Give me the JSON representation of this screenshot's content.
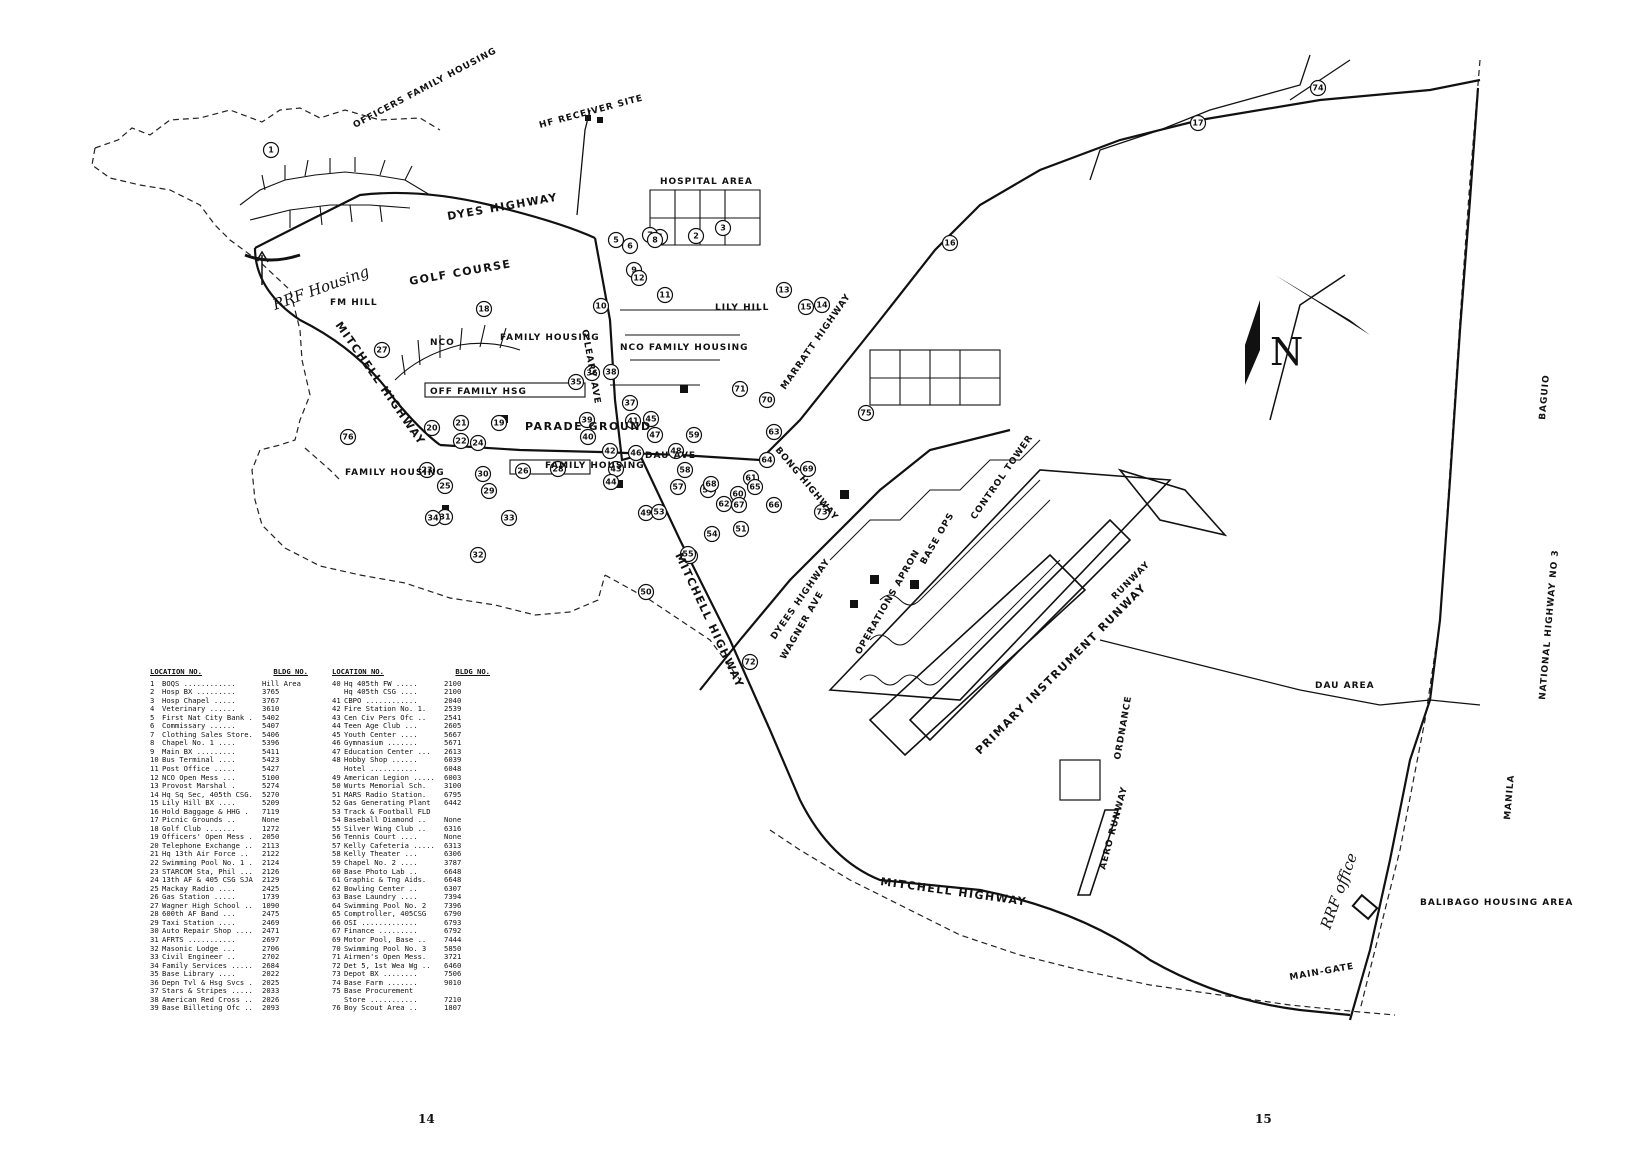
{
  "pages": {
    "left": "14",
    "right": "15"
  },
  "labels": {
    "officers_family_housing": "OFFICERS FAMILY HOUSING",
    "hf_receiver_site": "HF RECEIVER SITE",
    "dyes_highway": "DYES HIGHWAY",
    "hospital_area": "HOSPITAL AREA",
    "fm_hill": "FM HILL",
    "golf_course": "GOLF COURSE",
    "mitchell_highway": "MITCHELL HIGHWAY",
    "nco": "NCO",
    "family_housing": "FAMILY HOUSING",
    "off_family_hsg": "OFF FAMILY HSG",
    "parade_ground": "PARADE GROUND",
    "oleary_ave": "O'LEARY AVE",
    "lily_hill": "LILY HILL",
    "nco_family_housing": "NCO FAMILY HOUSING",
    "marratt_highway": "MARRATT HIGHWAY",
    "dau_ave": "DAU AVE",
    "bong_highway": "BONG HIGHWAY",
    "control_tower": "CONTROL TOWER",
    "base_ops": "BASE OPS",
    "dyees_highway": "DYEES HIGHWAY",
    "wagner_ave": "WAGNER AVE",
    "operations_apron": "OPERATIONS APRON",
    "primary_instrument_runway": "PRIMARY INSTRUMENT RUNWAY",
    "runway": "RUNWAY",
    "ordnance": "ORDNANCE",
    "aero_runway": "AERO RUNWAY",
    "dau_area": "DAU AREA",
    "balibago_housing_area": "BALIBAGO HOUSING AREA",
    "main_gate": "MAIN-GATE",
    "national_highway": "NATIONAL HIGHWAY NO 3",
    "baguio": "BAGUIO",
    "manila": "MANILA",
    "rrf_housing": "RRF Housing",
    "rrf_office": "RRF office",
    "north": "N"
  },
  "markers": [
    "1",
    "2",
    "3",
    "4",
    "5",
    "6",
    "7",
    "8",
    "9",
    "10",
    "11",
    "12",
    "13",
    "14",
    "15",
    "16",
    "17",
    "18",
    "19",
    "20",
    "21",
    "22",
    "23",
    "24",
    "25",
    "26",
    "27",
    "28",
    "29",
    "30",
    "31",
    "32",
    "33",
    "34",
    "35",
    "36",
    "37",
    "38",
    "39",
    "40",
    "41",
    "42",
    "43",
    "44",
    "45",
    "46",
    "47",
    "48",
    "49",
    "50",
    "51",
    "52",
    "53",
    "54",
    "55",
    "56",
    "57",
    "58",
    "59",
    "60",
    "61",
    "62",
    "63",
    "64",
    "65",
    "66",
    "67",
    "68",
    "69",
    "70",
    "71",
    "72",
    "73",
    "74",
    "75",
    "76"
  ],
  "legend": {
    "location_header": "LOCATION NO.",
    "bldg_header": "BLDG NO.",
    "col1": [
      {
        "num": "1",
        "name": "BOQS ............",
        "bldg": "Hill Area"
      },
      {
        "num": "2",
        "name": "Hosp BX .........",
        "bldg": "3765"
      },
      {
        "num": "3",
        "name": "Hosp Chapel .....",
        "bldg": "3767"
      },
      {
        "num": "4",
        "name": "Veterinary ......",
        "bldg": "3610"
      },
      {
        "num": "5",
        "name": "First Nat City Bank .",
        "bldg": "5402"
      },
      {
        "num": "6",
        "name": "Commissary ......",
        "bldg": "5407"
      },
      {
        "num": "7",
        "name": "Clothing Sales Store.",
        "bldg": "5406"
      },
      {
        "num": "8",
        "name": "Chapel No. 1 ....",
        "bldg": "5396"
      },
      {
        "num": "9",
        "name": "Main BX .........",
        "bldg": "5411"
      },
      {
        "num": "10",
        "name": "Bus Terminal ....",
        "bldg": "5423"
      },
      {
        "num": "11",
        "name": "Post Office .....",
        "bldg": "5427"
      },
      {
        "num": "12",
        "name": "NCO Open Mess ...",
        "bldg": "5100"
      },
      {
        "num": "13",
        "name": "Provost Marshal .",
        "bldg": "5274"
      },
      {
        "num": "14",
        "name": "Hq Sq Sec, 405th CSG.",
        "bldg": "5270"
      },
      {
        "num": "15",
        "name": "Lily Hill BX ....",
        "bldg": "5209"
      },
      {
        "num": "16",
        "name": "Hold Baggage & HHG .",
        "bldg": "7119"
      },
      {
        "num": "17",
        "name": "Picnic Grounds ..",
        "bldg": "None"
      },
      {
        "num": "18",
        "name": "Golf Club .......",
        "bldg": "1272"
      },
      {
        "num": "19",
        "name": "Officers' Open Mess .",
        "bldg": "2050"
      },
      {
        "num": "20",
        "name": "Telephone Exchange ..",
        "bldg": "2113"
      },
      {
        "num": "21",
        "name": "Hq 13th Air Force ..",
        "bldg": "2122"
      },
      {
        "num": "22",
        "name": "Swimming Pool No. 1 .",
        "bldg": "2124"
      },
      {
        "num": "23",
        "name": "STARCOM Sta, Phil ...",
        "bldg": "2126"
      },
      {
        "num": "24",
        "name": "13th AF & 405 CSG SJA",
        "bldg": "2129"
      },
      {
        "num": "25",
        "name": "Mackay Radio ....",
        "bldg": "2425"
      },
      {
        "num": "26",
        "name": "Gas Station .....",
        "bldg": "1739"
      },
      {
        "num": "27",
        "name": "Wagner High School ..",
        "bldg": "1090"
      },
      {
        "num": "28",
        "name": "600th AF Band ...",
        "bldg": "2475"
      },
      {
        "num": "29",
        "name": "Taxi Station ....",
        "bldg": "2469"
      },
      {
        "num": "30",
        "name": "Auto Repair Shop ....",
        "bldg": "2471"
      },
      {
        "num": "31",
        "name": "AFRTS ...........",
        "bldg": "2697"
      },
      {
        "num": "32",
        "name": "Masonic Lodge ...",
        "bldg": "2706"
      },
      {
        "num": "33",
        "name": "Civil Engineer ..",
        "bldg": "2702"
      },
      {
        "num": "34",
        "name": "Family Services .....",
        "bldg": "2684"
      },
      {
        "num": "35",
        "name": "Base Library ....",
        "bldg": "2022"
      },
      {
        "num": "36",
        "name": "Depn Tvl & Hsg Svcs .",
        "bldg": "2025"
      },
      {
        "num": "37",
        "name": "Stars & Stripes .....",
        "bldg": "2033"
      },
      {
        "num": "38",
        "name": "American Red Cross ..",
        "bldg": "2026"
      },
      {
        "num": "39",
        "name": "Base Billeting Ofc ..",
        "bldg": "2093"
      }
    ],
    "col2": [
      {
        "num": "40",
        "name": "Hq 405th FW .....",
        "bldg": "2100"
      },
      {
        "num": "",
        "name": "Hq 405th CSG ....",
        "bldg": "2100"
      },
      {
        "num": "41",
        "name": "CBPO ............",
        "bldg": "2040"
      },
      {
        "num": "42",
        "name": "Fire Station No. 1.",
        "bldg": "2539"
      },
      {
        "num": "43",
        "name": "Cen Civ Pers Ofc ..",
        "bldg": "2541"
      },
      {
        "num": "44",
        "name": "Teen Age Club ...",
        "bldg": "2605"
      },
      {
        "num": "45",
        "name": "Youth Center ....",
        "bldg": "5667"
      },
      {
        "num": "46",
        "name": "Gymnasium .......",
        "bldg": "5671"
      },
      {
        "num": "47",
        "name": "Education Center ...",
        "bldg": "2613"
      },
      {
        "num": "48",
        "name": "Hobby Shop ......",
        "bldg": "6039"
      },
      {
        "num": "",
        "name": "Hotel ...........",
        "bldg": "6048"
      },
      {
        "num": "49",
        "name": "American Legion .....",
        "bldg": "6003"
      },
      {
        "num": "50",
        "name": "Wurts Memorial Sch.",
        "bldg": "3100"
      },
      {
        "num": "51",
        "name": "MARS Radio Station.",
        "bldg": "6795"
      },
      {
        "num": "52",
        "name": "Gas Generating Plant",
        "bldg": "6442"
      },
      {
        "num": "53",
        "name": "Track & Football FLD",
        "bldg": ""
      },
      {
        "num": "54",
        "name": "Baseball Diamond ..",
        "bldg": "None"
      },
      {
        "num": "55",
        "name": "Silver Wing Club ..",
        "bldg": "6316"
      },
      {
        "num": "56",
        "name": "Tennis Court ....",
        "bldg": "None"
      },
      {
        "num": "57",
        "name": "Kelly Cafeteria .....",
        "bldg": "6313"
      },
      {
        "num": "58",
        "name": "Kelly Theater ...",
        "bldg": "6306"
      },
      {
        "num": "59",
        "name": "Chapel No. 2 ....",
        "bldg": "3787"
      },
      {
        "num": "60",
        "name": "Base Photo Lab ..",
        "bldg": "6648"
      },
      {
        "num": "61",
        "name": "Graphic & Tng Aids.",
        "bldg": "6648"
      },
      {
        "num": "62",
        "name": "Bowling Center ..",
        "bldg": "6307"
      },
      {
        "num": "63",
        "name": "Base Laundry ....",
        "bldg": "7394"
      },
      {
        "num": "64",
        "name": "Swimming Pool No. 2",
        "bldg": "7396"
      },
      {
        "num": "65",
        "name": "Comptroller, 405CSG",
        "bldg": "6790"
      },
      {
        "num": "66",
        "name": "OSI .............",
        "bldg": "6793"
      },
      {
        "num": "67",
        "name": "Finance .........",
        "bldg": "6792"
      },
      {
        "num": "69",
        "name": "Motor Pool, Base ..",
        "bldg": "7444"
      },
      {
        "num": "70",
        "name": "Swimming Pool No. 3",
        "bldg": "5850"
      },
      {
        "num": "71",
        "name": "Airmen's Open Mess.",
        "bldg": "3721"
      },
      {
        "num": "72",
        "name": "Det 5, 1st Wea Wg ..",
        "bldg": "6460"
      },
      {
        "num": "73",
        "name": "Depot BX ........",
        "bldg": "7506"
      },
      {
        "num": "74",
        "name": "Base Farm .......",
        "bldg": "9010"
      },
      {
        "num": "75",
        "name": "Base Procurement",
        "bldg": ""
      },
      {
        "num": "",
        "name": "Store ...........",
        "bldg": "7210"
      },
      {
        "num": "76",
        "name": "Boy Scout Area ..",
        "bldg": "1807"
      }
    ]
  }
}
